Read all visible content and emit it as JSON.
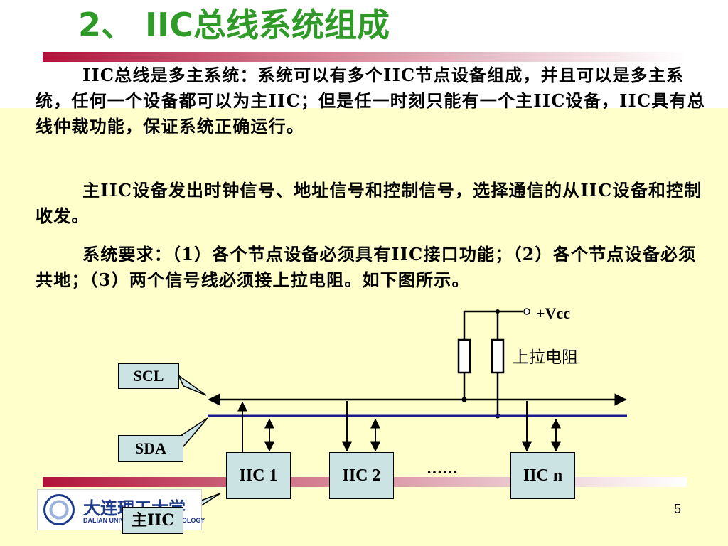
{
  "title": "2、 IIC总线系统组成",
  "paragraphs": [
    "IIC总线是多主系统：系统可以有多个IIC节点设备组成，并且可以是多主系统，任何一个设备都可以为主IIC；但是任一时刻只能有一个主IIC设备，IIC具有总线仲裁功能，保证系统正确运行。",
    "主IIC设备发出时钟信号、地址信号和控制信号，选择通信的从IIC设备和控制收发。",
    "系统要求：（1）各个节点设备必须具有IIC接口功能；（2）各个节点设备必须共地；（3）两个信号线必须接上拉电阻。如下图所示。"
  ],
  "diagram": {
    "vcc_label": "+Vcc",
    "pullup_label": "上拉电阻",
    "scl_label": "SCL",
    "sda_label": "SDA",
    "master_label": "主IIC",
    "devices": [
      "IIC 1",
      "IIC 2",
      "IIC n"
    ],
    "ellipsis": "……"
  },
  "logo": {
    "name_cn": "大连理工大学",
    "name_en": "DALIAN UNIVERSITY OF TECHNOLOGY"
  },
  "page_number": "5",
  "colors": {
    "title": "#2f9a27",
    "background_lower": "#ffffcc",
    "box_fill": "#cbe3e3",
    "sda_line": "#1a1a8c",
    "accent_bar": "#b1123a"
  }
}
